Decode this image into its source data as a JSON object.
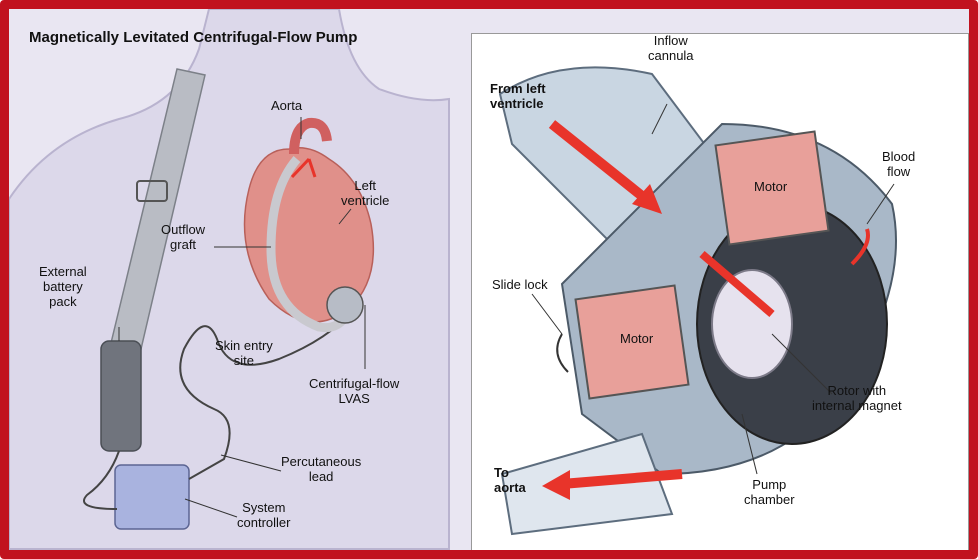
{
  "title": "Magnetically Levitated Centrifugal-Flow Pump",
  "left_labels": {
    "aorta": "Aorta",
    "left_ventricle": "Left\nventricle",
    "outflow_graft": "Outflow\ngraft",
    "external_battery": "External\nbattery\npack",
    "skin_entry": "Skin entry\nsite",
    "centrifugal_lvas": "Centrifugal-flow\nLVAS",
    "percutaneous_lead": "Percutaneous\nlead",
    "system_controller": "System\ncontroller"
  },
  "right_labels": {
    "from_left_ventricle": "From left\nventricle",
    "inflow_cannula": "Inflow\ncannula",
    "blood_flow": "Blood\nflow",
    "motor_top": "Motor",
    "motor_bottom": "Motor",
    "slide_lock": "Slide lock",
    "rotor": "Rotor with\ninternal magnet",
    "pump_chamber": "Pump\nchamber",
    "to_aorta": "To\naorta"
  },
  "colors": {
    "border": "#c1121f",
    "motor": "#e8a09a",
    "flow_arrow": "#e8342a",
    "housing": "#8fa3b8",
    "skin": "#e9e6f2"
  }
}
